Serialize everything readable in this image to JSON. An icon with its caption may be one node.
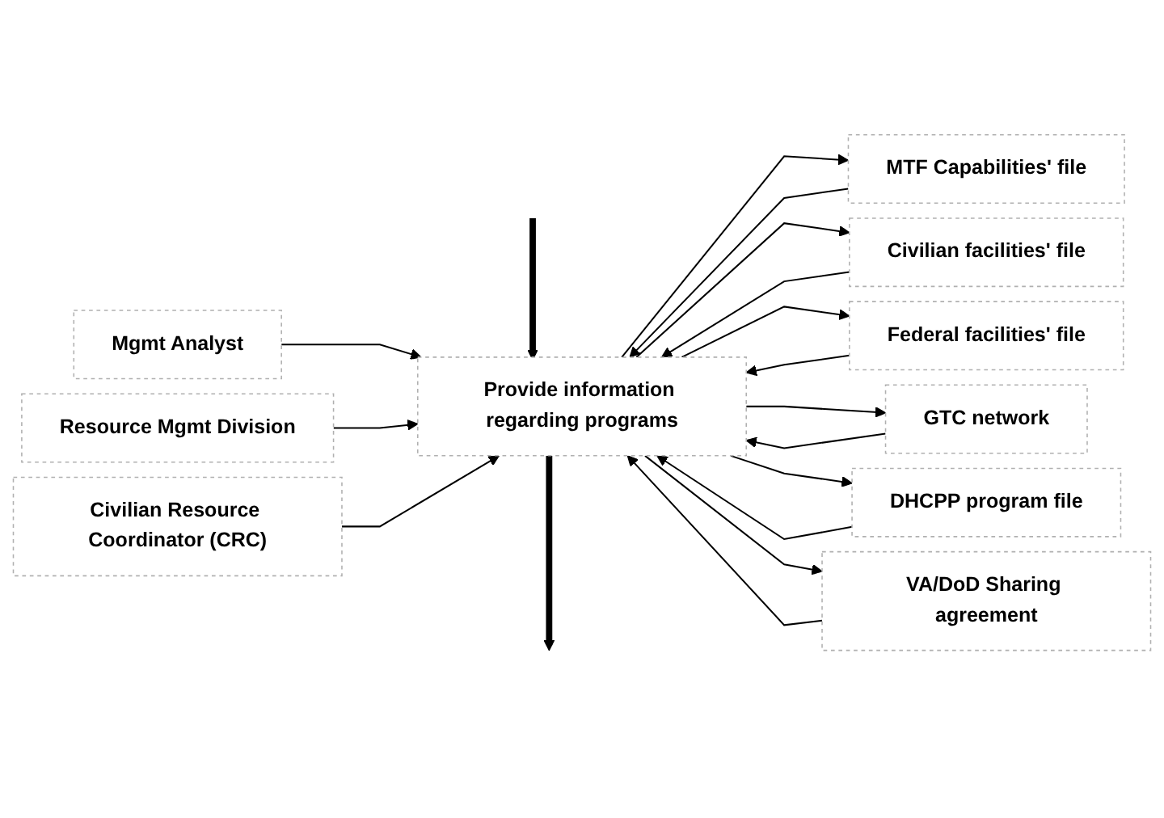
{
  "diagram": {
    "nodes": [
      {
        "text": [
          "Provide information regarding programs"
        ]
      },
      {
        "text": [
          "Mgmt Analyst"
        ]
      },
      {
        "text": [
          "MTF Capabilities' file"
        ]
      },
      {
        "text": [
          "Civilian facilities' file"
        ]
      },
      {
        "text": [
          "Federal facilities' file"
        ]
      },
      {
        "text": [
          "GTC network"
        ]
      },
      {
        "text": [
          "Civilian Resource Coordinator (CRC)"
        ]
      },
      {
        "text": [
          "Resource Mgmt Division"
        ]
      },
      {
        "text": [
          "DHCPP program file"
        ]
      },
      {
        "text": [
          "VA/DoD Sharing agreement"
        ]
      }
    ],
    "edges": [
      {
        "from": null,
        "to": 0,
        "arrow": "to",
        "style": "thick"
      },
      {
        "from": 1,
        "to": 0,
        "arrow": "to"
      },
      {
        "from": 0,
        "to": 2,
        "arrow": "to"
      },
      {
        "from": 2,
        "to": 0,
        "arrow": "to"
      },
      {
        "from": 0,
        "to": 3,
        "arrow": "to"
      },
      {
        "from": 3,
        "to": 0,
        "arrow": "to"
      },
      {
        "from": 0,
        "to": 4,
        "arrow": "to"
      },
      {
        "from": 4,
        "to": 0,
        "arrow": "to"
      },
      {
        "from": 0,
        "to": 5,
        "arrow": "to"
      },
      {
        "from": 5,
        "to": 0,
        "arrow": "to"
      },
      {
        "from": 7,
        "to": 0,
        "arrow": "to"
      },
      {
        "from": 6,
        "to": 0,
        "arrow": "to"
      },
      {
        "from": 0,
        "to": 8,
        "arrow": "to"
      },
      {
        "from": 8,
        "to": 0,
        "arrow": "to"
      },
      {
        "from": 0,
        "to": 9,
        "arrow": "to"
      },
      {
        "from": 9,
        "to": 0,
        "arrow": "to"
      },
      {
        "from": 0,
        "to": null,
        "arrow": "to",
        "style": "thick"
      }
    ]
  }
}
